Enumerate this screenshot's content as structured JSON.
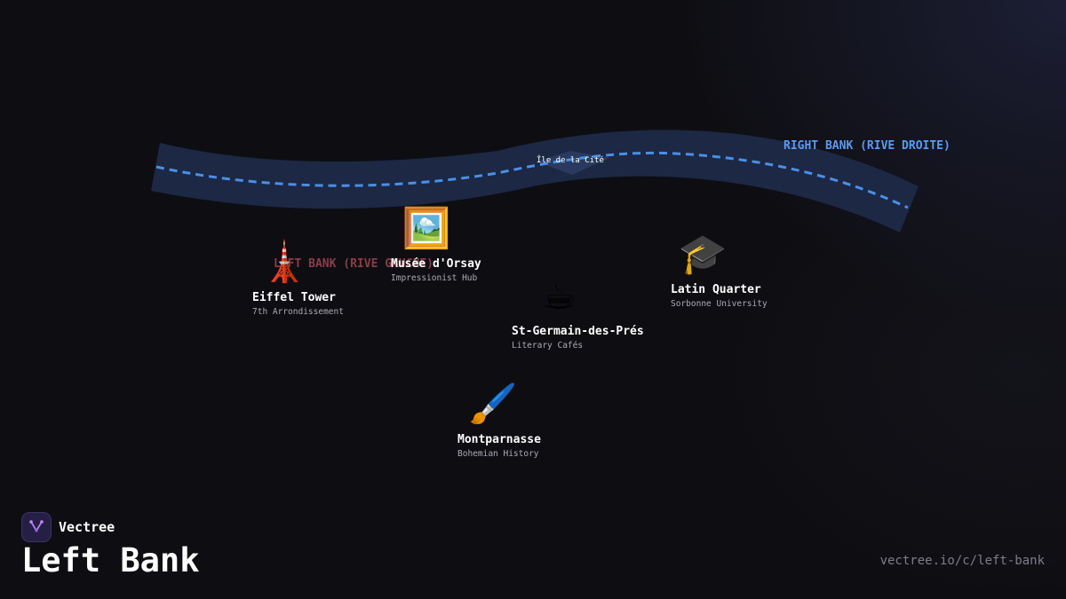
{
  "map": {
    "banks": {
      "left": "LEFT BANK (RIVE GAUCHE)",
      "right": "RIGHT BANK (RIVE DROITE)"
    },
    "island": "Île de la Cité",
    "landmarks": [
      {
        "name": "Eiffel Tower",
        "subtitle": "7th Arrondissement",
        "icon": "eiffel-tower-icon",
        "glyph": "🗼"
      },
      {
        "name": "Musée d'Orsay",
        "subtitle": "Impressionist Hub",
        "icon": "framed-picture-icon",
        "glyph": "🖼️"
      },
      {
        "name": "St-Germain-des-Prés",
        "subtitle": "Literary Cafés",
        "icon": "coffee-cup-icon",
        "glyph": "☕"
      },
      {
        "name": "Latin Quarter",
        "subtitle": "Sorbonne University",
        "icon": "graduation-cap-icon",
        "glyph": "🎓"
      },
      {
        "name": "Montparnasse",
        "subtitle": "Bohemian History",
        "icon": "paintbrush-icon",
        "glyph": "🖌️"
      }
    ],
    "colors": {
      "river": "#1c2844",
      "river_line": "#4a8fe8",
      "left_bank_label": "#8a3d49",
      "right_bank_label": "#5b9bf0"
    }
  },
  "brand": {
    "name": "Vectree",
    "logo_icon": "vectree-logo-icon"
  },
  "page": {
    "title": "Left Bank",
    "url": "vectree.io/c/left-bank"
  }
}
